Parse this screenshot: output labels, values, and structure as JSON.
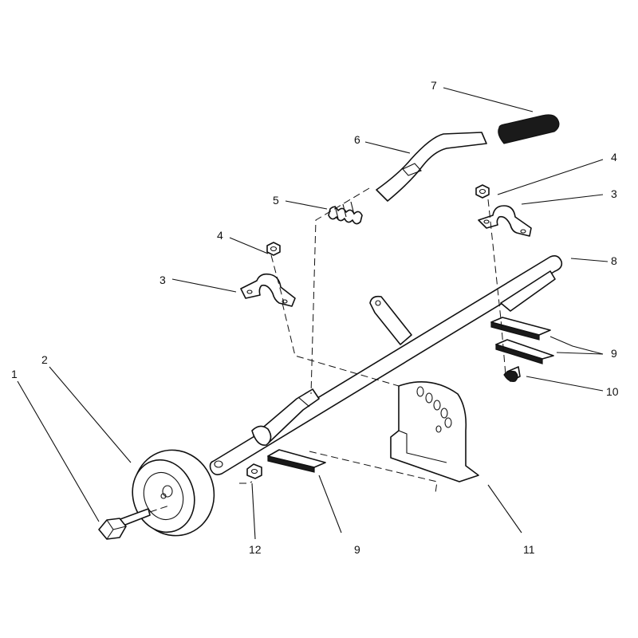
{
  "diagram": {
    "callouts": [
      {
        "id": "c1",
        "label": "1"
      },
      {
        "id": "c2",
        "label": "2"
      },
      {
        "id": "c3a",
        "label": "3"
      },
      {
        "id": "c3b",
        "label": "3"
      },
      {
        "id": "c4a",
        "label": "4"
      },
      {
        "id": "c4b",
        "label": "4"
      },
      {
        "id": "c5",
        "label": "5"
      },
      {
        "id": "c6",
        "label": "6"
      },
      {
        "id": "c7",
        "label": "7"
      },
      {
        "id": "c8",
        "label": "8"
      },
      {
        "id": "c9a",
        "label": "9"
      },
      {
        "id": "c9b",
        "label": "9"
      },
      {
        "id": "c10",
        "label": "10"
      },
      {
        "id": "c11",
        "label": "11"
      },
      {
        "id": "c12",
        "label": "12"
      }
    ]
  }
}
